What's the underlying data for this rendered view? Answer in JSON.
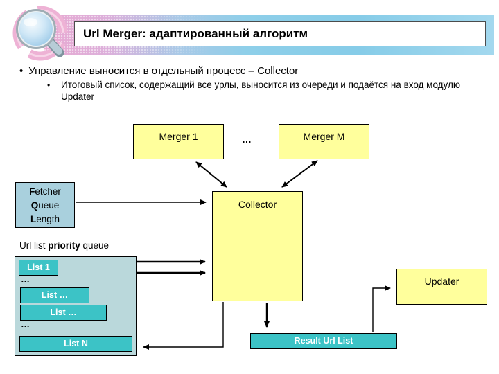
{
  "slide": {
    "title": "Url Merger: адаптированный алгоритм"
  },
  "bullets": {
    "level1": "Управление выносится в отдельный процесс – Collector",
    "level2": "Итоговый список, содержащий все урлы, выносится из очереди и подаётся на вход модулю Updater"
  },
  "diagram": {
    "merger1": "Merger 1",
    "merger_ellipsis": "…",
    "mergerM": "Merger M",
    "collector": "Collector",
    "fetcher": {
      "lines": [
        [
          "F",
          "etcher"
        ],
        [
          "Q",
          "ueue"
        ],
        [
          "L",
          "ength"
        ]
      ]
    },
    "queue": {
      "title_parts": [
        "Url list ",
        "priority",
        " queue"
      ],
      "items": [
        "List 1",
        "…",
        "List …",
        "List …",
        "…",
        "List N"
      ]
    },
    "updater": "Updater",
    "result": "Result Url List"
  },
  "icons": {
    "logo": "magnifier-globe-logo"
  },
  "colors": {
    "box_yellow": "#ffff9c",
    "box_teal": "#3cc3c6",
    "queue_panel": "#bad8db",
    "fetcher_blue": "#a9d0dd",
    "header_pink": "#e8a9d1",
    "header_blue": "#8ecfe9"
  }
}
